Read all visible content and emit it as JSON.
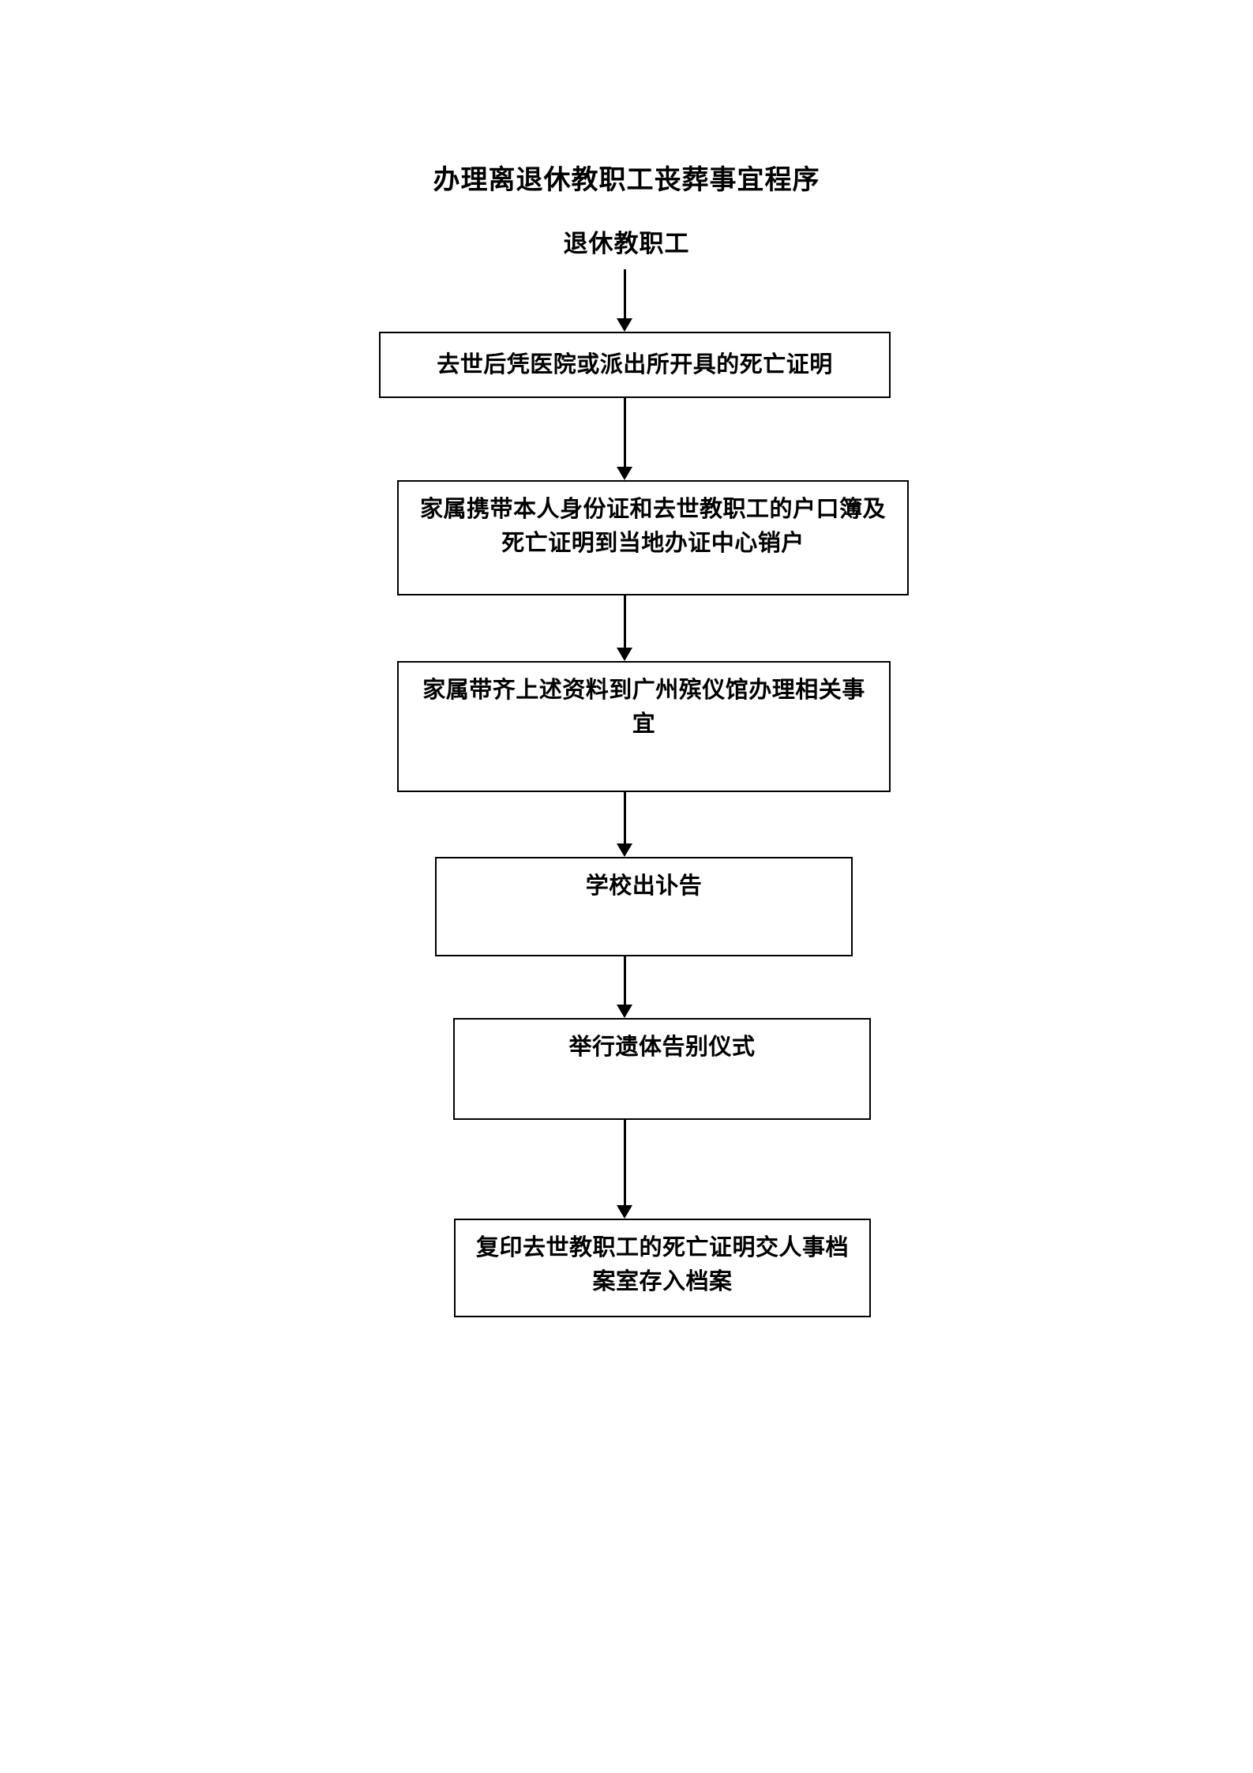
{
  "document": {
    "title": "办理离退休教职工丧葬事宜程序",
    "subtitle": "退休教职工"
  },
  "flowchart": {
    "type": "flowchart",
    "orientation": "vertical",
    "start_label": "退休教职工",
    "steps": [
      {
        "id": "step-1",
        "label": "去世后凭医院或派出所开具的死亡证明"
      },
      {
        "id": "step-2",
        "label": "家属携带本人身份证和去世教职工的户口簿及死亡证明到当地办证中心销户"
      },
      {
        "id": "step-3",
        "label": "家属带齐上述资料到广州殡仪馆办理相关事宜"
      },
      {
        "id": "step-4",
        "label": "学校出讣告"
      },
      {
        "id": "step-5",
        "label": "举行遗体告别仪式"
      },
      {
        "id": "step-6",
        "label": "复印去世教职工的死亡证明交人事档案室存入档案"
      }
    ],
    "connectors": [
      {
        "id": "arrow-start-to-1",
        "from": "退休教职工",
        "to": "去世后凭医院或派出所开具的死亡证明"
      },
      {
        "id": "arrow-1-to-2",
        "from": "去世后凭医院或派出所开具的死亡证明",
        "to": "家属携带本人身份证和去世教职工的户口簿及死亡证明到当地办证中心销户"
      },
      {
        "id": "arrow-2-to-3",
        "from": "家属携带本人身份证和去世教职工的户口簿及死亡证明到当地办证中心销户",
        "to": "家属带齐上述资料到广州殡仪馆办理相关事宜"
      },
      {
        "id": "arrow-3-to-4",
        "from": "家属带齐上述资料到广州殡仪馆办理相关事宜",
        "to": "学校出讣告"
      },
      {
        "id": "arrow-4-to-5",
        "from": "学校出讣告",
        "to": "举行遗体告别仪式"
      },
      {
        "id": "arrow-5-to-6",
        "from": "举行遗体告别仪式",
        "to": "复印去世教职工的死亡证明交人事档案室存入档案"
      }
    ]
  },
  "style": {
    "background_color": "#ffffff",
    "line_color": "#000000",
    "text_color": "#000000"
  }
}
